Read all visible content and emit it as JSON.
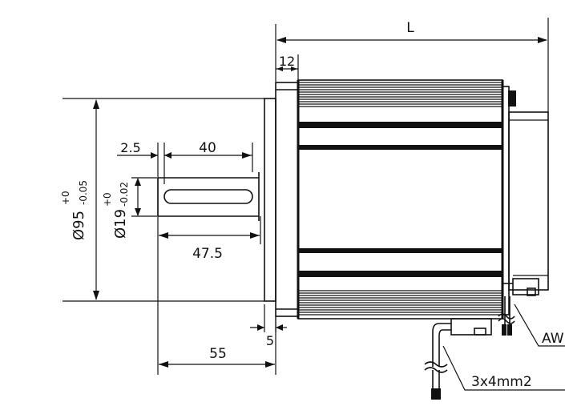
{
  "drawing": {
    "dimensions": {
      "overall_length": "L",
      "flange_thickness": "12",
      "key_offset": "2.5",
      "key_length": "40",
      "shaft_length": "47.5",
      "flange_offset": "5",
      "shaft_to_flange": "55",
      "pilot_diameter": "Ø95",
      "pilot_tol_upper": "+0",
      "pilot_tol_lower": "-0.05",
      "shaft_diameter": "Ø19",
      "shaft_tol_upper": "+0",
      "shaft_tol_lower": "-0.02"
    },
    "callouts": {
      "wire_gauge": "AW",
      "cable_spec": "3x4mm2"
    }
  }
}
